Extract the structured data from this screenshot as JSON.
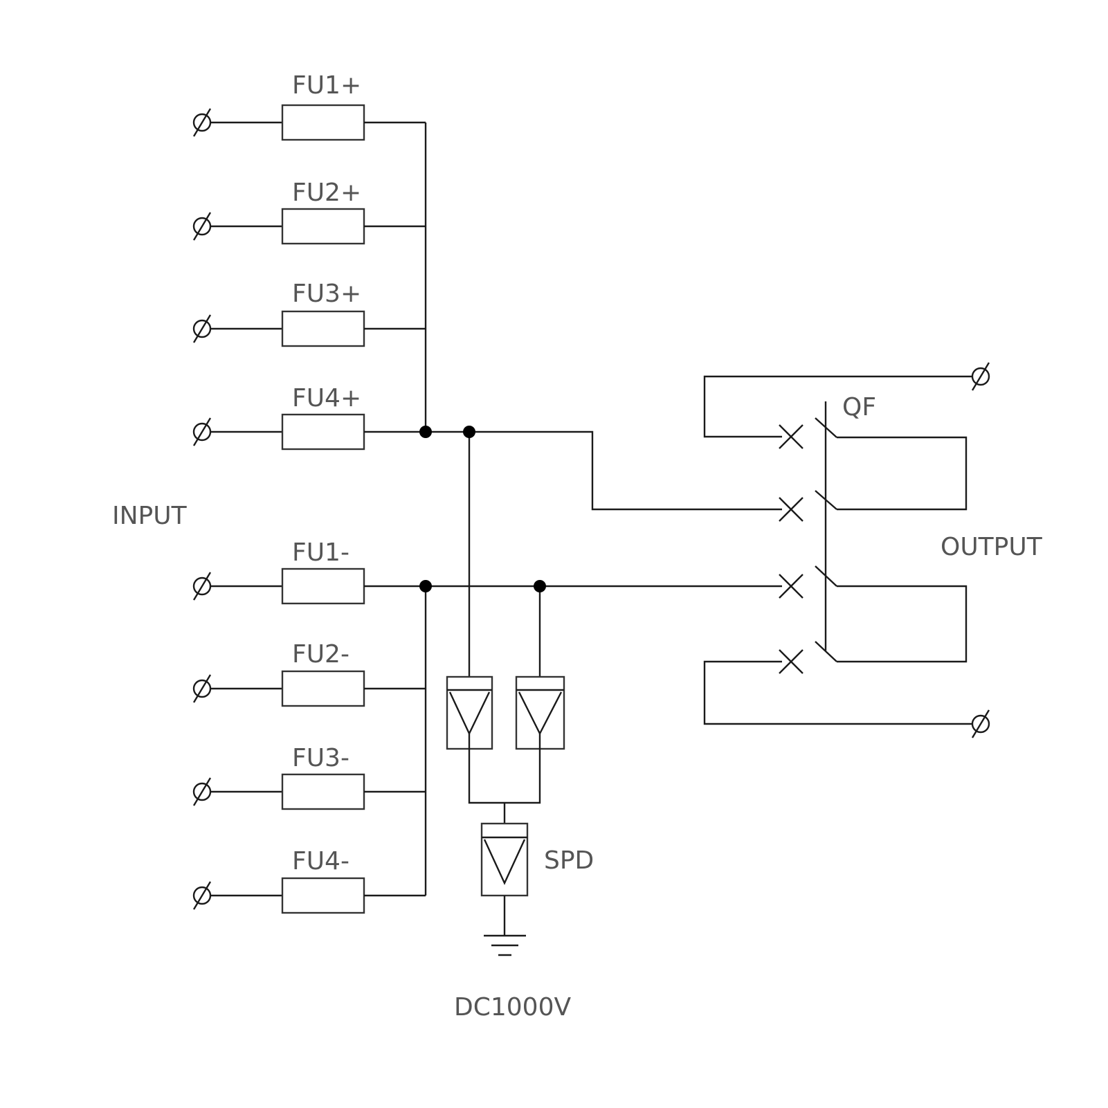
{
  "fuses_positive": [
    "FU1+",
    "FU2+",
    "FU3+",
    "FU4+"
  ],
  "fuses_negative": [
    "FU1-",
    "FU2-",
    "FU3-",
    "FU4-"
  ],
  "labels": {
    "input": "INPUT",
    "output": "OUTPUT",
    "breaker": "QF",
    "spd": "SPD",
    "voltage": "DC1000V"
  },
  "colors": {
    "wire": "#1a1a1a",
    "text": "#555555",
    "background": "#ffffff"
  },
  "icons": {
    "terminal": "circle-slash-terminal-icon",
    "ground": "ground-icon",
    "junction": "junction-dot",
    "breaker_contact": "breaker-x-contact-icon",
    "spd_element": "triangle-spd-icon"
  }
}
